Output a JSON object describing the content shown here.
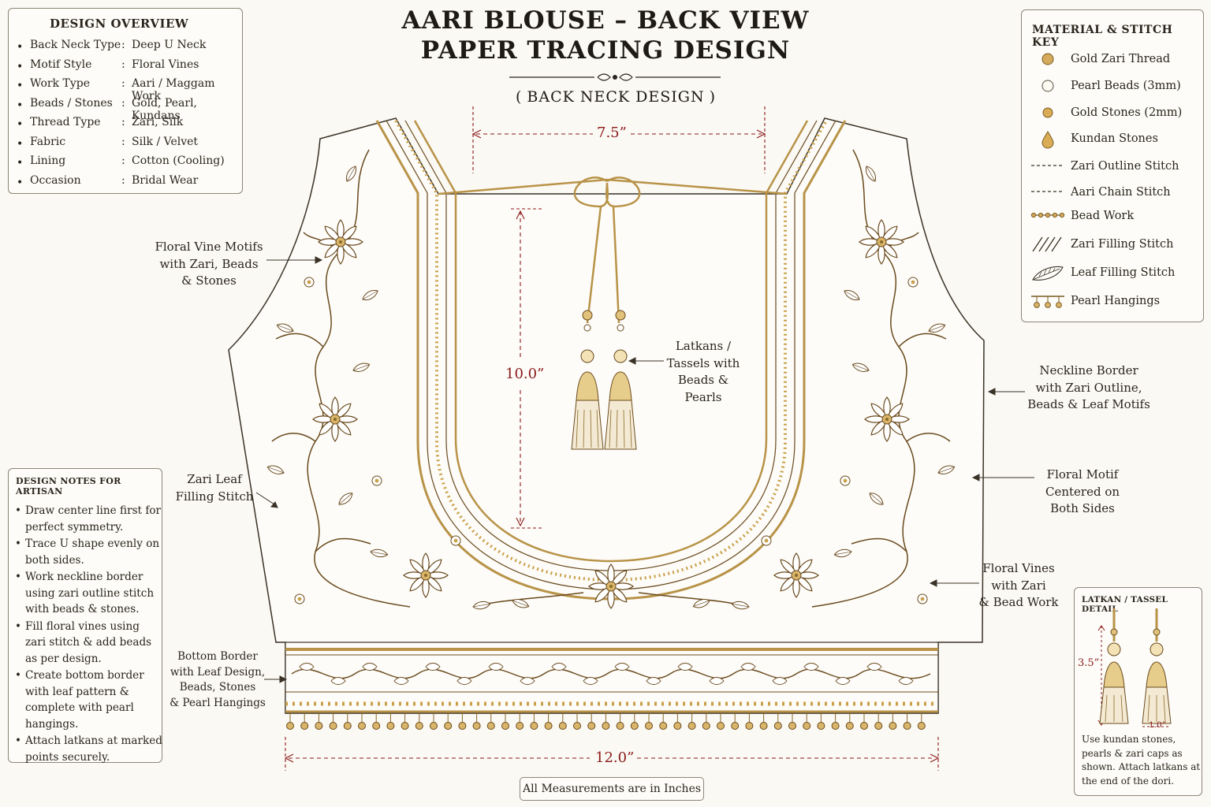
{
  "header": {
    "title_line1": "AARI BLOUSE – BACK VIEW",
    "title_line2": "PAPER TRACING DESIGN",
    "subtitle": "BACK NECK DESIGN"
  },
  "overview": {
    "title": "DESIGN OVERVIEW",
    "rows": [
      {
        "key": "Back Neck Type",
        "value": "Deep U Neck"
      },
      {
        "key": "Motif Style",
        "value": "Floral Vines"
      },
      {
        "key": "Work Type",
        "value": "Aari / Maggam Work"
      },
      {
        "key": "Beads / Stones",
        "value": "Gold, Pearl, Kundans"
      },
      {
        "key": "Thread Type",
        "value": "Zari, Silk"
      },
      {
        "key": "Fabric",
        "value": "Silk / Velvet"
      },
      {
        "key": "Lining",
        "value": "Cotton (Cooling)"
      },
      {
        "key": "Occasion",
        "value": "Bridal Wear"
      }
    ]
  },
  "key": {
    "title": "MATERIAL & STITCH KEY",
    "items": [
      {
        "label": "Gold Zari Thread",
        "icon": "gold-bead-icon"
      },
      {
        "label": "Pearl Beads (3mm)",
        "icon": "pearl-bead-icon"
      },
      {
        "label": "Gold Stones (2mm)",
        "icon": "gold-stone-icon"
      },
      {
        "label": "Kundan Stones",
        "icon": "kundan-drop-icon"
      },
      {
        "label": "Zari Outline Stitch",
        "icon": "dashed-line-icon"
      },
      {
        "label": "Aari Chain Stitch",
        "icon": "dashed-line-icon"
      },
      {
        "label": "Bead Work",
        "icon": "bead-chain-icon"
      },
      {
        "label": "Zari Filling Stitch",
        "icon": "diagonal-hatch-icon"
      },
      {
        "label": "Leaf Filling Stitch",
        "icon": "leaf-icon"
      },
      {
        "label": "Pearl Hangings",
        "icon": "pearl-hanging-icon"
      }
    ]
  },
  "notes": {
    "title": "DESIGN NOTES FOR ARTISAN",
    "items": [
      "Draw center line first for perfect symmetry.",
      "Trace U shape evenly on both sides.",
      "Work neckline border using zari outline stitch with beads & stones.",
      "Fill floral vines using zari stitch & add beads as per design.",
      "Create bottom border with leaf pattern & complete with pearl hangings.",
      "Attach latkans at marked points securely."
    ]
  },
  "callouts": {
    "floral_vine": [
      "Floral Vine Motifs",
      "with Zari, Beads",
      "& Stones"
    ],
    "zari_leaf": [
      "Zari Leaf",
      "Filling Stitch"
    ],
    "bottom_border": [
      "Bottom Border",
      "with Leaf Design,",
      "Beads, Stones",
      "& Pearl Hangings"
    ],
    "latkans": [
      "Latkans /",
      "Tassels with",
      "Beads &",
      "Pearls"
    ],
    "neckline_border": [
      "Neckline Border",
      "with Zari Outline,",
      "Beads & Leaf Motifs"
    ],
    "floral_motif": [
      "Floral Motif",
      "Centered on",
      "Both Sides"
    ],
    "floral_vines": [
      "Floral Vines",
      "with Zari",
      "& Bead Work"
    ]
  },
  "dimensions": {
    "neck_width": "7.5”",
    "neck_depth": "10.0”",
    "bottom_width": "12.0”"
  },
  "tassel_detail": {
    "title": "LATKAN / TASSEL DETAIL",
    "length": "3.5”",
    "width": "1.0”",
    "note": "Use kundan stones, pearls & zari caps as shown. Attach latkans at the end of the dori."
  },
  "footer": "All Measurements are in Inches",
  "colors": {
    "gold": "#c9a04a",
    "gold_dark": "#8a6a2a",
    "dimension_red": "#8a1a1a",
    "ink": "#2a241c"
  }
}
